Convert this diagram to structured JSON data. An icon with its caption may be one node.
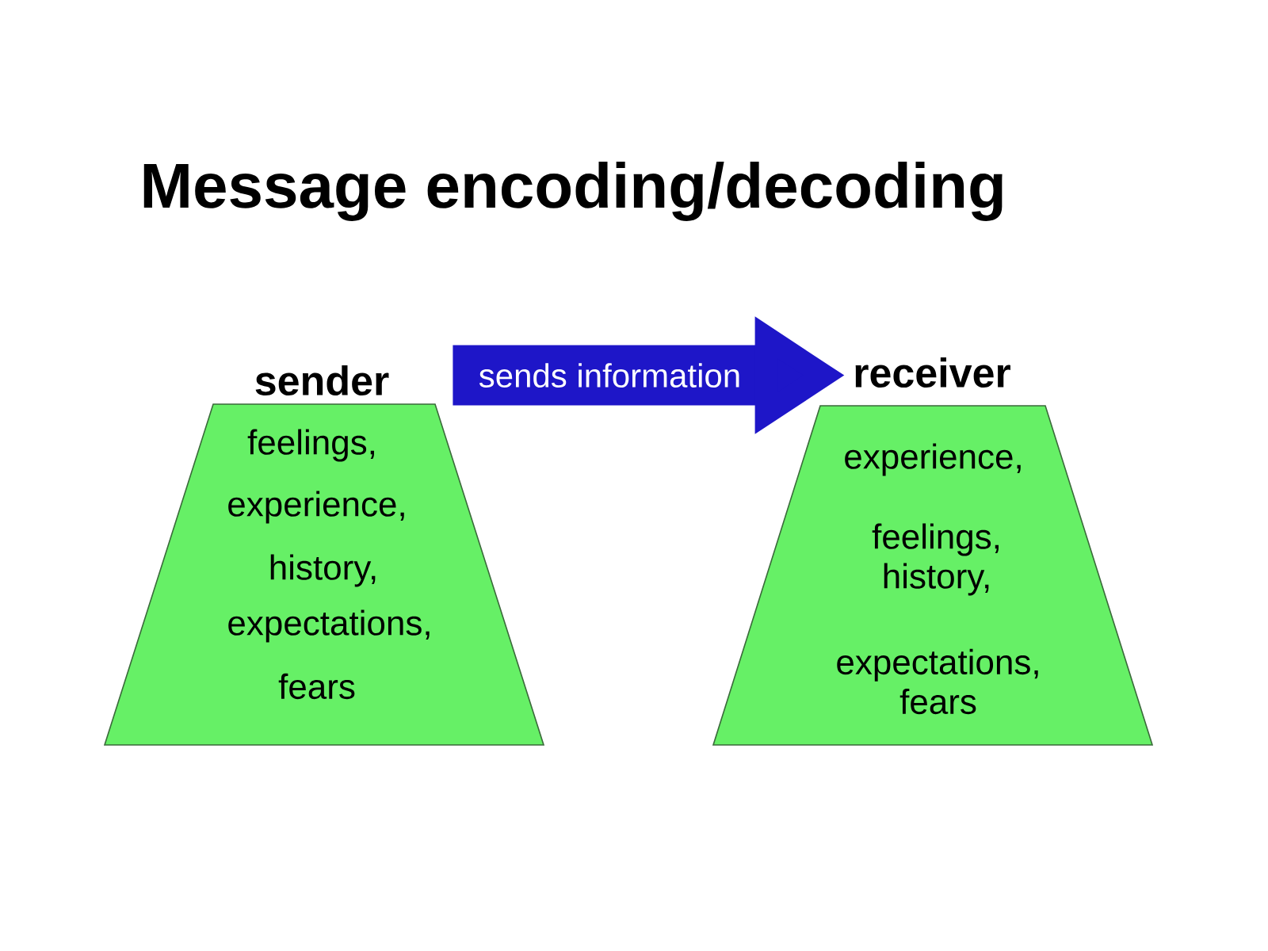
{
  "diagram": {
    "title": "Message encoding/decoding",
    "nodes": [
      {
        "text": [
          "sender",
          "feelings,",
          "experience,",
          "history,",
          "expectations,",
          "fears"
        ]
      },
      {
        "text": [
          "receiver",
          "experience,",
          "feelings, history,",
          "expectations, fears"
        ]
      }
    ],
    "edges": [
      {
        "from": 0,
        "to": 1,
        "arrow": "to",
        "label": "sends information",
        "color": "#1e16c8"
      }
    ]
  }
}
